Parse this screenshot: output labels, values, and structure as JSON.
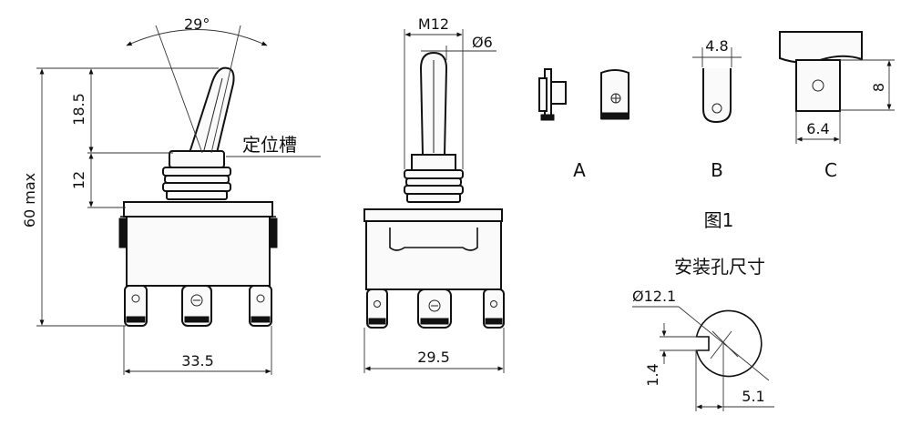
{
  "dimensions": {
    "angle": "29°",
    "lever_height": "18.5",
    "bushing_height": "12",
    "overall_height": "60 max",
    "front_width": "33.5",
    "thread": "M12",
    "lever_diameter": "Ø6",
    "side_width": "29.5",
    "terminal_b_width": "4.8",
    "terminal_c_width": "6.4",
    "terminal_c_height": "8",
    "hole_diameter": "Ø12.1",
    "key_width": "1.4",
    "key_offset": "5.1"
  },
  "labels": {
    "slot": "定位槽",
    "terminal_a": "A",
    "terminal_b": "B",
    "terminal_c": "C",
    "figure": "图1",
    "mounting_hole": "安装孔尺寸"
  }
}
